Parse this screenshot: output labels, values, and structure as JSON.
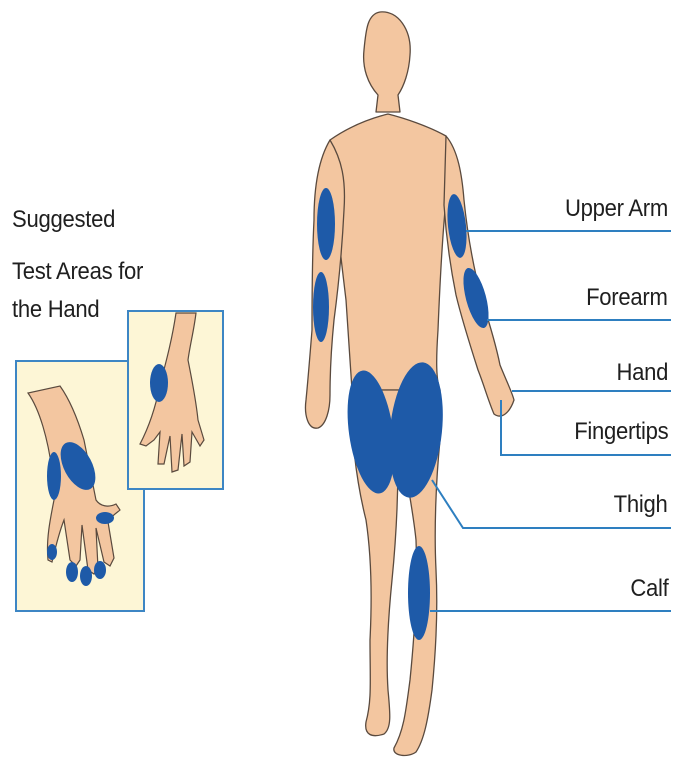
{
  "hand_title": {
    "line1": "Suggested",
    "line2": "Test Areas for",
    "line3": "the Hand"
  },
  "labels": {
    "upper_arm": "Upper Arm",
    "forearm": "Forearm",
    "hand": "Hand",
    "fingertips": "Fingertips",
    "thigh": "Thigh",
    "calf": "Calf"
  },
  "colors": {
    "skin": "#f3c6a0",
    "skin_outline": "#5a4a3e",
    "test_area": "#1e5aa8",
    "leader_line": "#2e7fc0",
    "inset_bg": "#fdf6d6",
    "inset_border": "#3d86c4"
  }
}
